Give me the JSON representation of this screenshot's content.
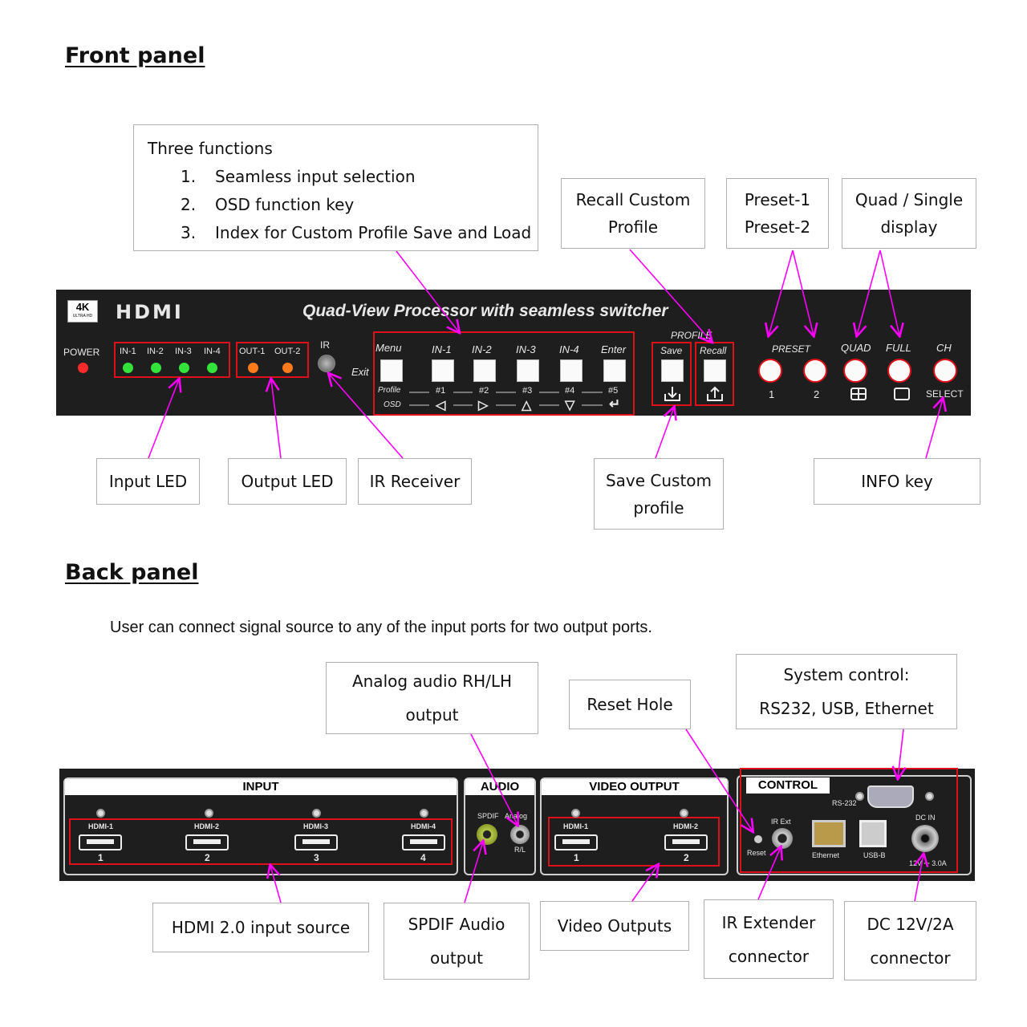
{
  "front_heading": "Front panel",
  "back_heading": "Back panel",
  "functions_box": {
    "title": "Three functions",
    "items": [
      {
        "num": "1.",
        "text": "Seamless input selection"
      },
      {
        "num": "2.",
        "text": "OSD function key"
      },
      {
        "num": "3.",
        "text": "Index for Custom Profile Save and Load"
      }
    ]
  },
  "front_callouts": {
    "recall_custom": [
      "Recall Custom",
      "Profile"
    ],
    "preset": [
      "Preset-1",
      "Preset-2"
    ],
    "quad_single": [
      "Quad / Single",
      "display"
    ],
    "input_led": "Input LED",
    "output_led": "Output LED",
    "ir_receiver": "IR Receiver",
    "save_custom": [
      "Save Custom",
      "profile"
    ],
    "info_key": "INFO key"
  },
  "front_panel": {
    "badge_4k": "4K",
    "badge_sub": "ULTRA HD",
    "hdmi_logo": "HDMI",
    "title": "Quad-View Processor with seamless switcher",
    "power_label": "POWER",
    "inputs": [
      "IN-1",
      "IN-2",
      "IN-3",
      "IN-4"
    ],
    "outputs": [
      "OUT-1",
      "OUT-2"
    ],
    "ir_label": "IR",
    "menu_label": "Menu",
    "exit_label": "Exit",
    "key_labels": [
      "IN-1",
      "IN-2",
      "IN-3",
      "IN-4",
      "Enter"
    ],
    "profile_label": "Profile",
    "osd_label": "OSD",
    "profile_indexes": [
      "#1",
      "#2",
      "#3",
      "#4",
      "#5"
    ],
    "osd_symbols": [
      "◁",
      "▷",
      "△",
      "▽",
      "↵"
    ],
    "profile_group_label": "PROFILE",
    "save_label": "Save",
    "recall_label": "Recall",
    "preset_label": "PRESET",
    "preset_nums": [
      "1",
      "2"
    ],
    "quad_label": "QUAD",
    "full_label": "FULL",
    "ch_label": "CH",
    "select_label": "SELECT",
    "colors": {
      "power_led": "#ff2a2a",
      "input_led": "#33e33a",
      "output_led": "#ff7a1a",
      "highlight": "#e0101a",
      "arrow": "#ff00ff"
    }
  },
  "back_intro": "User can connect signal source to any of the input ports for two output ports.",
  "back_callouts": {
    "analog_audio": [
      "Analog audio RH/LH",
      "output"
    ],
    "reset_hole": "Reset Hole",
    "system_control": [
      "System control:",
      "RS232, USB, Ethernet"
    ],
    "hdmi_input": "HDMI 2.0 input source",
    "spdif": [
      "SPDIF Audio",
      "output"
    ],
    "video_outputs": "Video Outputs",
    "ir_extender": [
      "IR Extender",
      "connector"
    ],
    "dc_in": [
      "DC 12V/2A",
      "connector"
    ]
  },
  "back_panel": {
    "input_title": "INPUT",
    "audio_title": "AUDIO",
    "video_output_title": "VIDEO OUTPUT",
    "control_title": "CONTROL",
    "input_ports": [
      "HDMI-1",
      "HDMI-2",
      "HDMI-3",
      "HDMI-4"
    ],
    "input_nums": [
      "1",
      "2",
      "3",
      "4"
    ],
    "output_ports": [
      "HDMI-1",
      "HDMI-2"
    ],
    "output_nums": [
      "1",
      "2"
    ],
    "spdif_label": "SPDIF",
    "analog_label": "Analog",
    "rl_label": "R/L",
    "rs232_label": "RS-232",
    "ir_ext_label": "IR Ext",
    "reset_label": "Reset",
    "ethernet_label": "Ethernet",
    "usb_label": "USB-B",
    "dc_label": "DC IN",
    "dc_rating": "12V ⎓ 3.0A"
  }
}
